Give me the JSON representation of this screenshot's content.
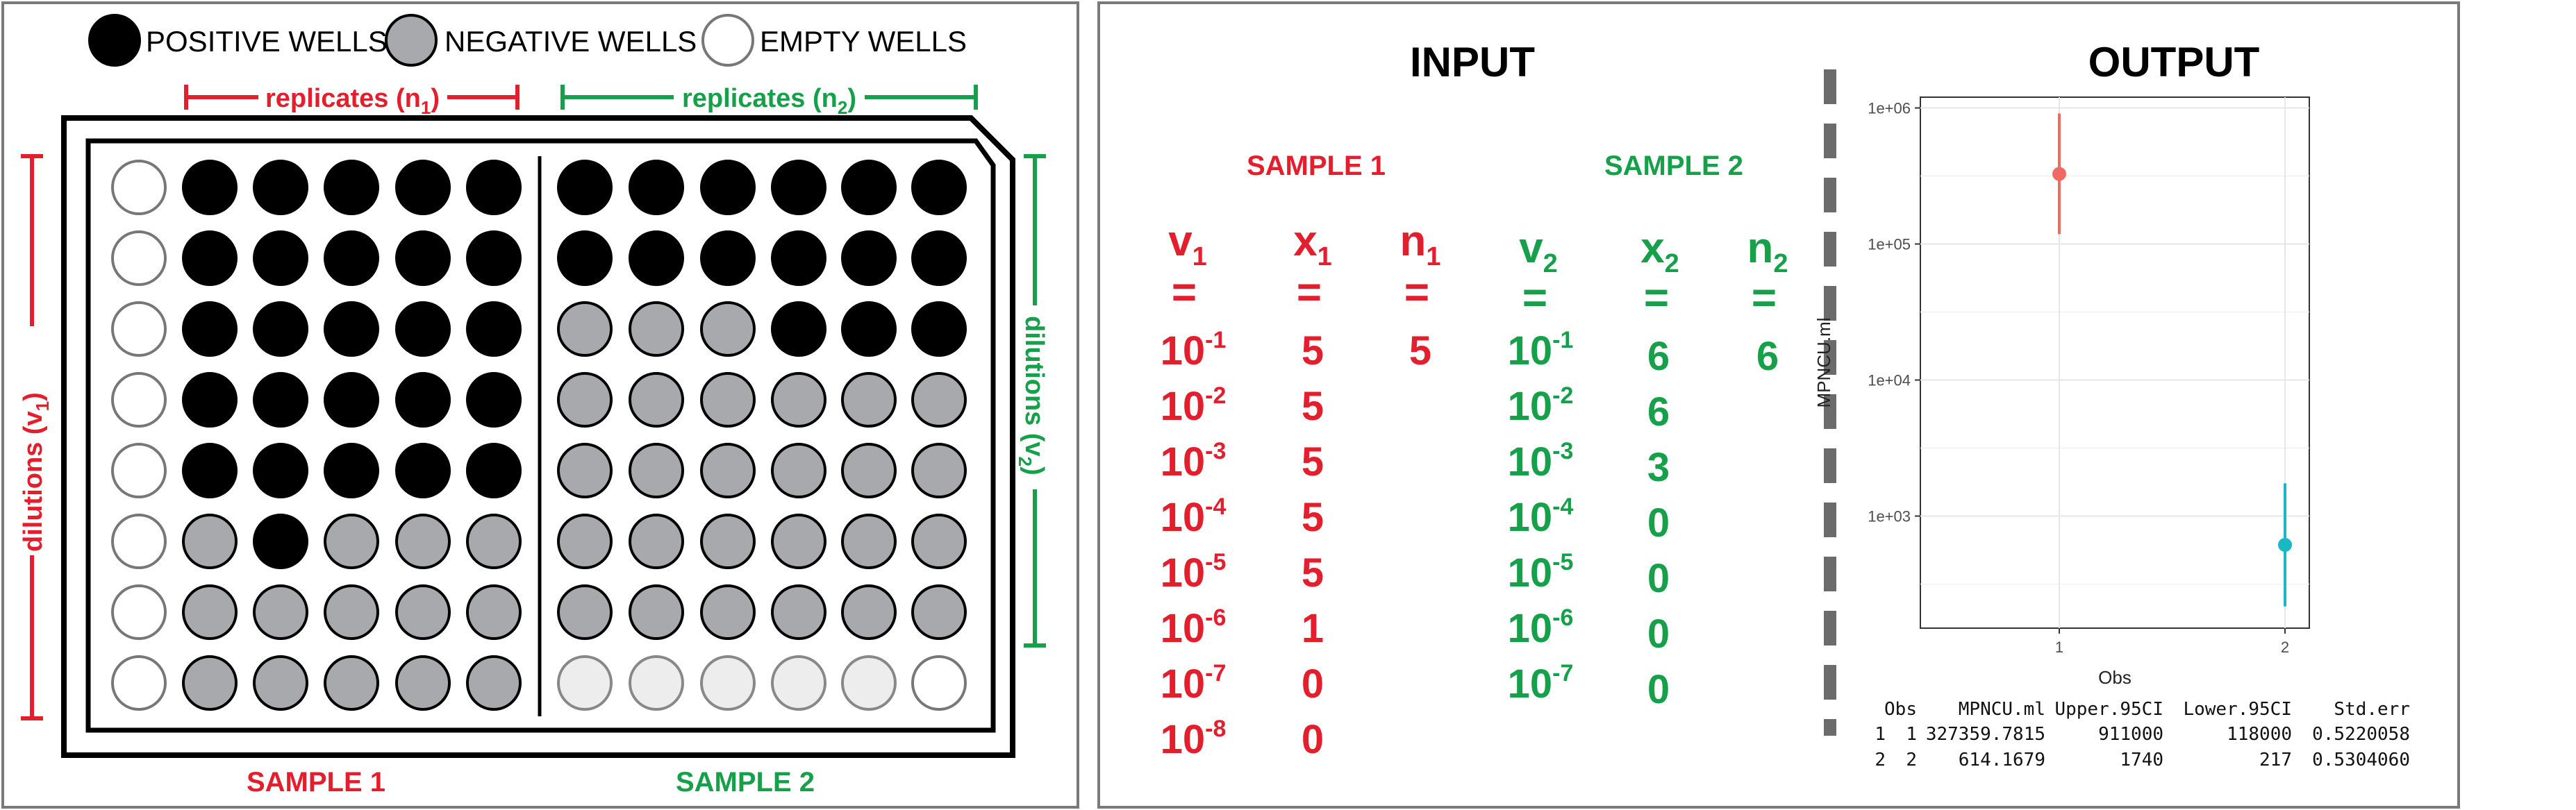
{
  "legend": {
    "positive": "POSITIVE WELLS",
    "negative": "NEGATIVE WELLS",
    "empty": "EMPTY WELLS"
  },
  "left": {
    "replicates1": {
      "prefix": "replicates (n",
      "sub": "1",
      "suffix": ")"
    },
    "replicates2": {
      "prefix": "replicates (n",
      "sub": "2",
      "suffix": ")"
    },
    "dilutions1": {
      "prefix": "dilutions (v",
      "sub": "1",
      "suffix": ")"
    },
    "dilutions2": {
      "prefix": "dilutions (v",
      "sub": "2",
      "suffix": ")"
    },
    "sample1": "SAMPLE 1",
    "sample2": "SAMPLE 2",
    "plate_rows": [
      [
        "empty",
        "pos",
        "pos",
        "pos",
        "pos",
        "pos",
        "pos",
        "pos",
        "pos",
        "pos",
        "pos",
        "pos"
      ],
      [
        "empty",
        "pos",
        "pos",
        "pos",
        "pos",
        "pos",
        "pos",
        "pos",
        "pos",
        "pos",
        "pos",
        "pos"
      ],
      [
        "empty",
        "pos",
        "pos",
        "pos",
        "pos",
        "pos",
        "neg",
        "neg",
        "neg",
        "pos",
        "pos",
        "pos"
      ],
      [
        "empty",
        "pos",
        "pos",
        "pos",
        "pos",
        "pos",
        "neg",
        "neg",
        "neg",
        "neg",
        "neg",
        "neg"
      ],
      [
        "empty",
        "pos",
        "pos",
        "pos",
        "pos",
        "pos",
        "neg",
        "neg",
        "neg",
        "neg",
        "neg",
        "neg"
      ],
      [
        "empty",
        "neg",
        "pos",
        "neg",
        "neg",
        "neg",
        "neg",
        "neg",
        "neg",
        "neg",
        "neg",
        "neg"
      ],
      [
        "empty",
        "neg",
        "neg",
        "neg",
        "neg",
        "neg",
        "neg",
        "neg",
        "neg",
        "neg",
        "neg",
        "neg"
      ],
      [
        "empty",
        "neg",
        "neg",
        "neg",
        "neg",
        "neg",
        "faint",
        "faint",
        "faint",
        "faint",
        "faint",
        "empty"
      ]
    ]
  },
  "input": {
    "title": "INPUT",
    "sample1_label": "SAMPLE 1",
    "sample2_label": "SAMPLE 2",
    "col_heads": [
      {
        "letter": "v",
        "sub": "1"
      },
      {
        "letter": "x",
        "sub": "1"
      },
      {
        "letter": "n",
        "sub": "1"
      },
      {
        "letter": "v",
        "sub": "2"
      },
      {
        "letter": "x",
        "sub": "2"
      },
      {
        "letter": "n",
        "sub": "2"
      }
    ],
    "equals": "=",
    "base": "10",
    "s1_exponents": [
      "-1",
      "-2",
      "-3",
      "-4",
      "-5",
      "-6",
      "-7",
      "-8"
    ],
    "s1_x": [
      "5",
      "5",
      "5",
      "5",
      "5",
      "1",
      "0",
      "0"
    ],
    "s1_n": "5",
    "s2_exponents": [
      "-1",
      "-2",
      "-3",
      "-4",
      "-5",
      "-6",
      "-7"
    ],
    "s2_x": [
      "6",
      "6",
      "3",
      "0",
      "0",
      "0",
      "0"
    ],
    "s2_n": "6"
  },
  "output": {
    "title": "OUTPUT",
    "table": {
      "headers": [
        "Obs",
        "MPNCU.ml",
        "Upper.95CI",
        "Lower.95CI",
        "Std.err"
      ],
      "rows": [
        [
          "1",
          "1",
          "327359.7815",
          "911000",
          "118000",
          "0.5220058"
        ],
        [
          "2",
          "2",
          "614.1679",
          "1740",
          "217",
          "0.5304060"
        ]
      ]
    }
  },
  "chart_data": {
    "type": "scatter",
    "title": "",
    "xlabel": "Obs",
    "ylabel": "MPNCU.ml",
    "x_scale": "categorical",
    "y_scale": "log10",
    "ylim": [
      150,
      1200000
    ],
    "y_ticks": [
      "1e+03",
      "1e+04",
      "1e+05",
      "1e+06"
    ],
    "x_ticks": [
      "1",
      "2"
    ],
    "grid": true,
    "legend": "none",
    "points": [
      {
        "x": "1",
        "y": 327359.7815,
        "upper": 911000,
        "lower": 118000,
        "color": "#f06a63"
      },
      {
        "x": "2",
        "y": 614.1679,
        "upper": 1740,
        "lower": 217,
        "color": "#1ab8c4"
      }
    ]
  },
  "colors": {
    "red": "#e31e2d",
    "green": "#16a04a",
    "positive_well": "#000000",
    "negative_well": "#a8a9ac",
    "faint_well": "#ededed",
    "empty_well": "#ffffff",
    "dashed_divider": "#6b6b6b"
  }
}
